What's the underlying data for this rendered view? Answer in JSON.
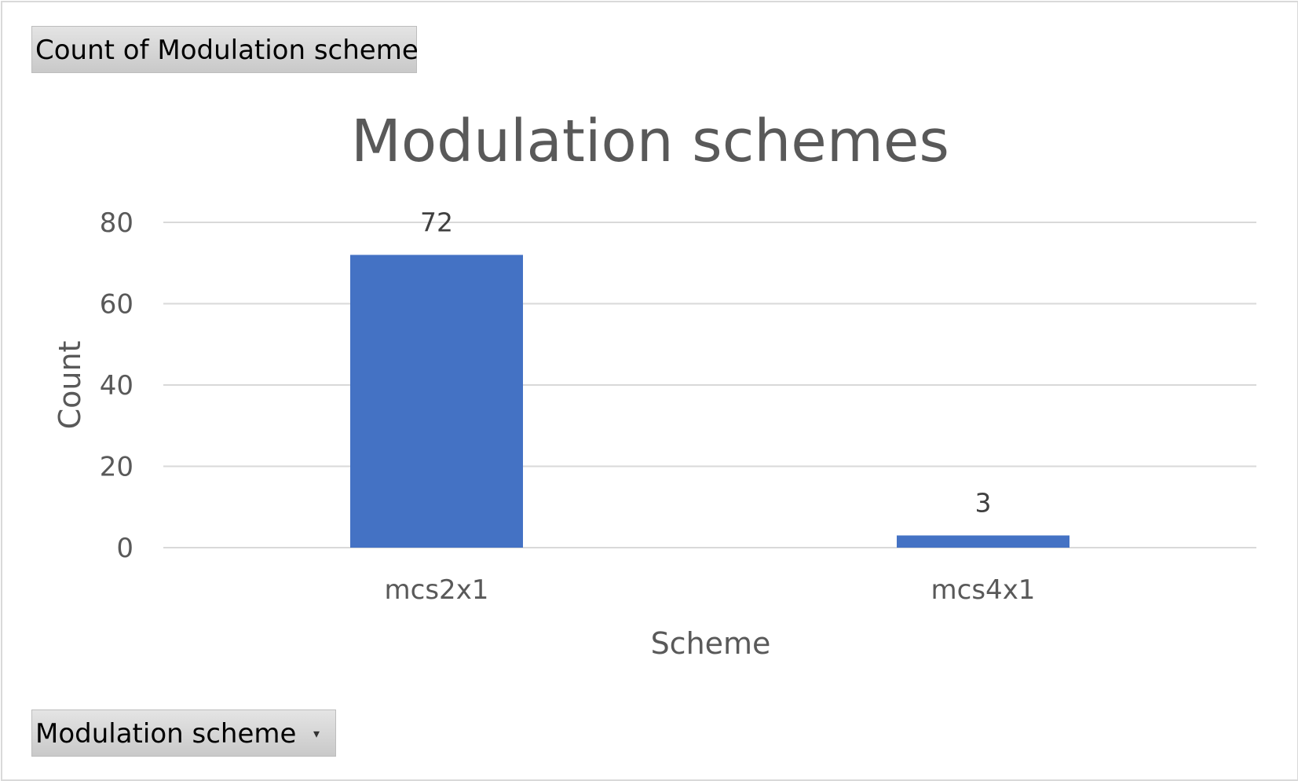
{
  "pivot": {
    "value_field": "Count of Modulation scheme",
    "axis_field": "Modulation scheme"
  },
  "colors": {
    "bar": "#4472C4",
    "gridline": "#d9d9d9",
    "text": "#595959"
  },
  "chart_data": {
    "type": "bar",
    "title": "Modulation schemes",
    "xlabel": "Scheme",
    "ylabel": "Count",
    "categories": [
      "mcs2x1",
      "mcs4x1"
    ],
    "values": [
      72,
      3
    ],
    "data_labels": [
      "72",
      "3"
    ],
    "ylim": [
      0,
      80
    ],
    "yticks": [
      "0",
      "20",
      "40",
      "60",
      "80"
    ],
    "grid": true,
    "legend": "none"
  }
}
